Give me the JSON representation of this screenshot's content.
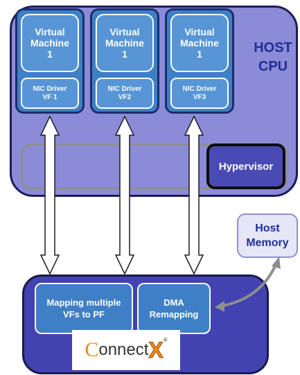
{
  "host": {
    "label_line1": "HOST",
    "label_line2": "CPU",
    "vms": [
      {
        "vm_label": "Virtual\nMachine\n1",
        "nic_label": "NIC Driver\nVF 1"
      },
      {
        "vm_label": "Virtual\nMachine\n1",
        "nic_label": "NIC Driver\nVF2"
      },
      {
        "vm_label": "Virtual\nMachine\n1",
        "nic_label": "NIC Driver\nVF3"
      }
    ],
    "hypervisor": "Hypervisor"
  },
  "host_memory": "Host\nMemory",
  "nic": {
    "mapping": "Mapping multiple\nVFs to PF",
    "dma": "DMA\nRemapping",
    "logo_text": "onnect",
    "logo_letter_c": "C",
    "logo_letter_x": "X",
    "logo_registered": "®"
  },
  "colors": {
    "host_bg": "#8b8bd8",
    "vm_blue": "#3e7fc6",
    "nic_card": "#4242b0",
    "label_blue": "#1f2f96",
    "logo_orange": "#f08a1c"
  }
}
